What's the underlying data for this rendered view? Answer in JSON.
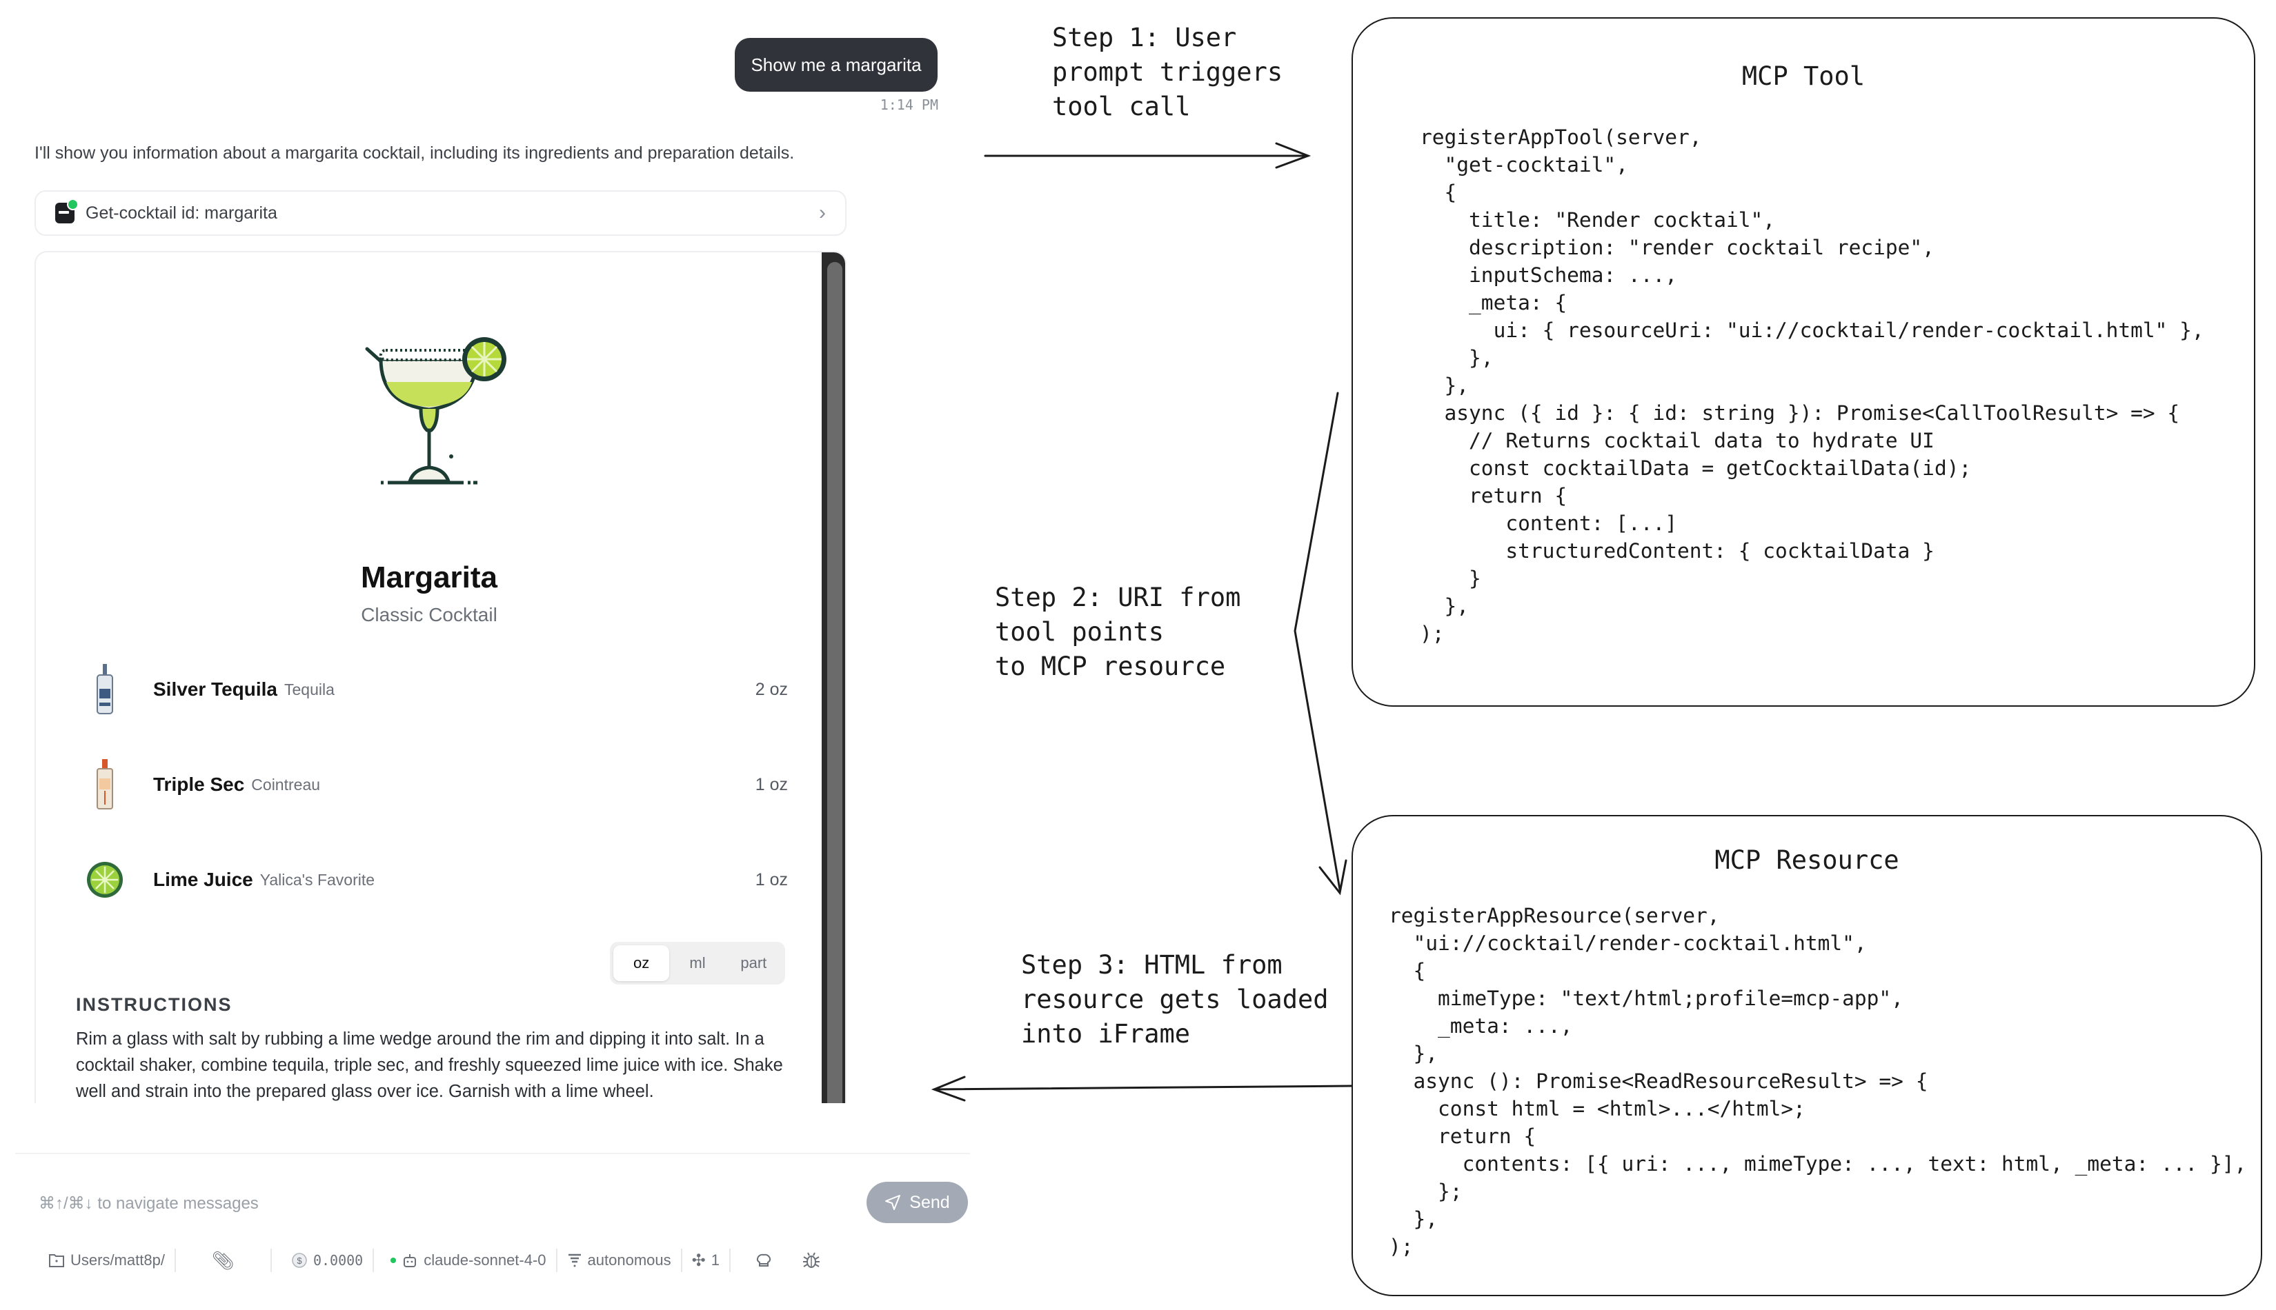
{
  "chat": {
    "user_message": "Show me a margarita",
    "timestamp": "1:14 PM",
    "assistant_message": "I'll show you information about a margarita cocktail, including its ingredients and preparation details.",
    "tool_call": {
      "label": "Get-cocktail id: margarita",
      "icon": "tool-icon",
      "status_color": "#22c55e"
    }
  },
  "cocktail": {
    "name": "Margarita",
    "subtitle": "Classic Cocktail",
    "ingredients": [
      {
        "name": "Silver Tequila",
        "brand": "Tequila",
        "amount": "2 oz",
        "icon": "tequila-bottle-icon"
      },
      {
        "name": "Triple Sec",
        "brand": "Cointreau",
        "amount": "1 oz",
        "icon": "triple-sec-bottle-icon"
      },
      {
        "name": "Lime Juice",
        "brand": "Yalica's Favorite",
        "amount": "1 oz",
        "icon": "lime-icon"
      }
    ],
    "units": [
      {
        "label": "oz",
        "active": true
      },
      {
        "label": "ml",
        "active": false
      },
      {
        "label": "part",
        "active": false
      }
    ],
    "instructions_heading": "INSTRUCTIONS",
    "instructions": "Rim a glass with salt by rubbing a lime wedge around the rim and dipping it into salt. In a cocktail shaker, combine tequila, triple sec, and freshly squeezed lime juice with ice. Shake well and strain into the prepared glass over ice. Garnish with a lime wheel."
  },
  "composer": {
    "placeholder": "⌘↑/⌘↓ to navigate messages",
    "send_label": "Send"
  },
  "toolbar": {
    "path": "Users/matt8p/",
    "cost": "0.0000",
    "model": "claude-sonnet-4-0",
    "mode": "autonomous",
    "extensions_count": "1"
  },
  "diagram": {
    "step1": "Step 1: User\nprompt triggers\ntool call",
    "step2": "Step 2: URI from\ntool points\nto MCP resource",
    "step3": "Step 3: HTML from\nresource gets loaded\ninto iFrame",
    "tool_box": {
      "title": "MCP Tool",
      "code": "registerAppTool(server,\n  \"get-cocktail\",\n  {\n    title: \"Render cocktail\",\n    description: \"render cocktail recipe\",\n    inputSchema: ...,\n    _meta: {\n      ui: { resourceUri: \"ui://cocktail/render-cocktail.html\" },\n    },\n  },\n  async ({ id }: { id: string }): Promise<CallToolResult> => {\n    // Returns cocktail data to hydrate UI\n    const cocktailData = getCocktailData(id);\n    return {\n       content: [...]\n       structuredContent: { cocktailData }\n    }\n  },\n);"
    },
    "resource_box": {
      "title": "MCP Resource",
      "code": "registerAppResource(server,\n  \"ui://cocktail/render-cocktail.html\",\n  {\n    mimeType: \"text/html;profile=mcp-app\",\n    _meta: ...,\n  },\n  async (): Promise<ReadResourceResult> => {\n    const html = <html>...</html>;\n    return {\n      contents: [{ uri: ..., mimeType: ..., text: html, _meta: ... }],\n    };\n  },\n);"
    }
  }
}
